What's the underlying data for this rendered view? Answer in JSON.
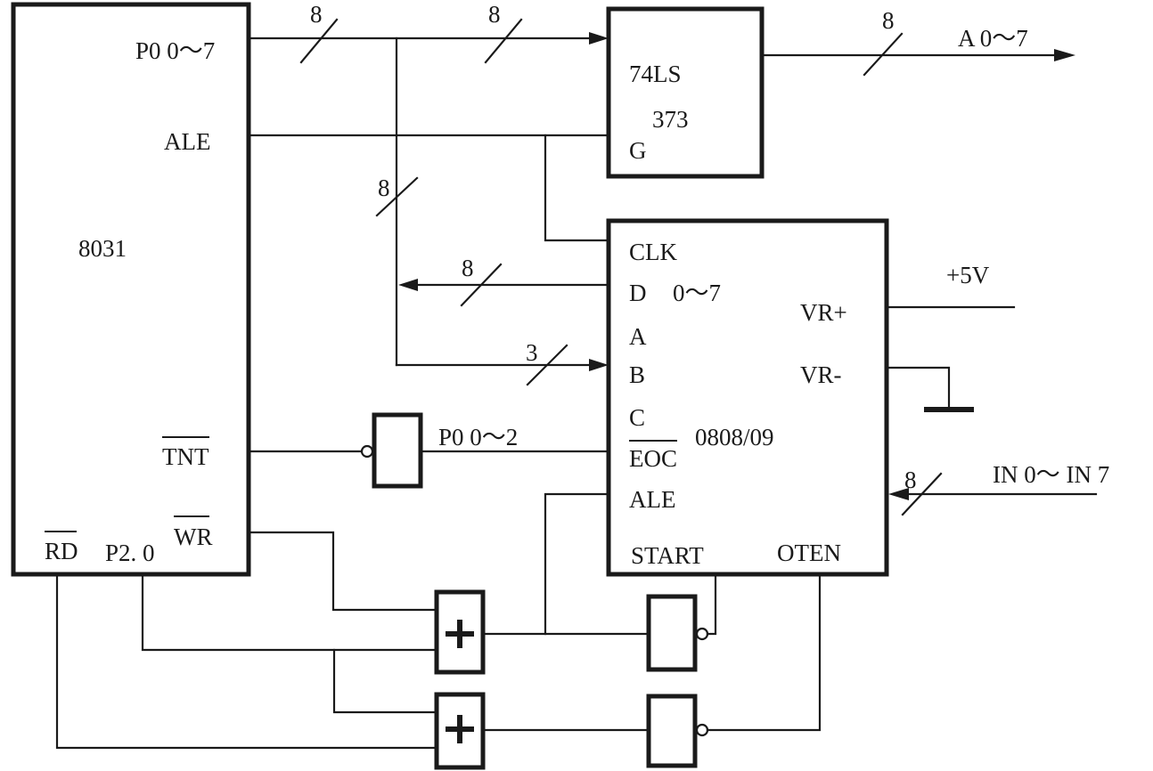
{
  "chips": {
    "cpu": {
      "name": "8031",
      "pins": {
        "p0": "P0 0～7",
        "ale": "ALE",
        "int": "TNT",
        "rd": "RD",
        "p20": "P2. 0",
        "wr": "WR"
      }
    },
    "latch": {
      "name_line1": "74LS",
      "name_line2": "373",
      "pin_g": "G"
    },
    "adc": {
      "name": "0808/09",
      "pins": {
        "clk": "CLK",
        "d": "D",
        "d_range": "0～7",
        "a": "A",
        "b": "B",
        "c": "C",
        "eoc": "EOC",
        "ale": "ALE",
        "start": "START",
        "oten": "OTEN",
        "vrp": "VR+",
        "vrm": "VR-"
      }
    }
  },
  "signals": {
    "address_out": "A 0～7",
    "addr_select": "P0 0～2",
    "analog_in": "IN 0～ IN 7",
    "vcc": "+5V"
  },
  "bus_widths": {
    "p0_left": "8",
    "p0_right": "8",
    "latch_out": "8",
    "vertical": "8",
    "data_back": "8",
    "addr_abc": "3",
    "analog": "8"
  },
  "gate_symbols": {
    "or_top": "+",
    "or_bottom": "+"
  }
}
